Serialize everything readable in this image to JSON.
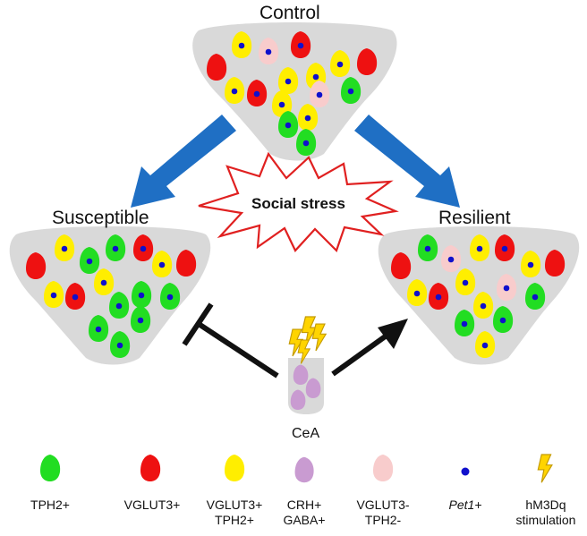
{
  "groups": {
    "control": "Control",
    "susceptible": "Susceptible",
    "resilient": "Resilient"
  },
  "stress_label": "Social stress",
  "cea_label": "CeA",
  "colors": {
    "tph2": "#22dd22",
    "vglut3": "#ee1111",
    "dual": "#ffee00",
    "crh": "#c99bd1",
    "negative": "#f8cccc",
    "pet1": "#1010cc",
    "arrow_blue": "#1f6fc4",
    "region": "#d9d9d9"
  },
  "legend": [
    {
      "icon": "tph2-cell-icon",
      "label": "TPH2+"
    },
    {
      "icon": "vglut3-cell-icon",
      "label": "VGLUT3+"
    },
    {
      "icon": "vglut3-tph2-cell-icon",
      "label": "VGLUT3+\nTPH2+"
    },
    {
      "icon": "crh-gaba-cell-icon",
      "label": "CRH+\nGABA+"
    },
    {
      "icon": "vglut3-neg-tph2-neg-cell-icon",
      "label": "VGLUT3-\nTPH2-"
    },
    {
      "icon": "pet1-dot-icon",
      "label": "Pet1+"
    },
    {
      "icon": "lightning-icon",
      "label": "hM3Dq\nstimulation"
    }
  ]
}
